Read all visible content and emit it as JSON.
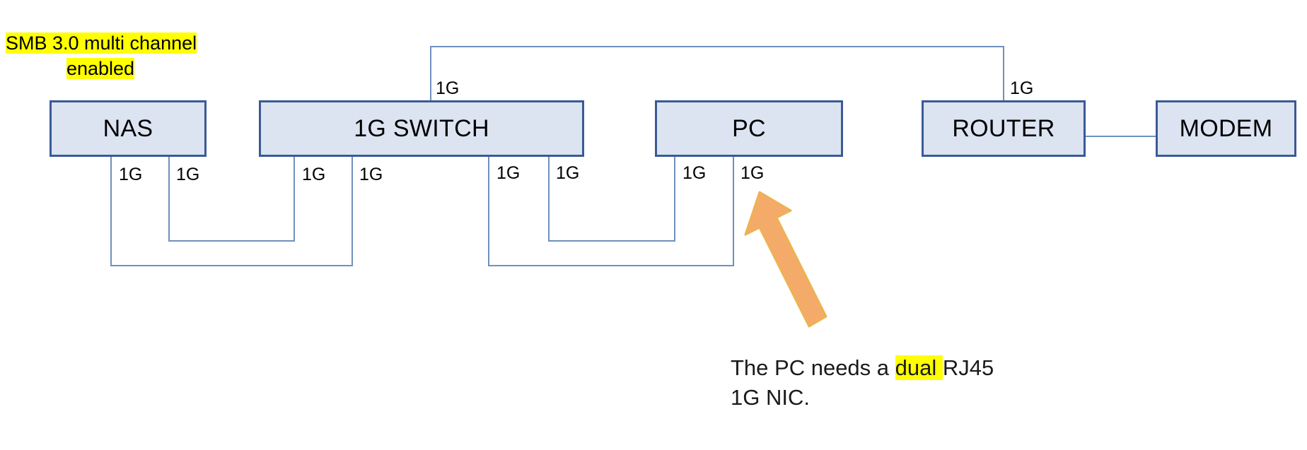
{
  "diagram": {
    "title_note": {
      "line1": "SMB 3.0 multi channel",
      "line2": "enabled"
    },
    "caption": {
      "before": "The PC needs a ",
      "highlight": "dual ",
      "after": " RJ45",
      "line2": "1G NIC."
    },
    "nodes": [
      {
        "id": "nas",
        "label": "NAS"
      },
      {
        "id": "switch",
        "label": "1G SWITCH"
      },
      {
        "id": "pc",
        "label": "PC"
      },
      {
        "id": "router",
        "label": "ROUTER"
      },
      {
        "id": "modem",
        "label": "MODEM"
      }
    ],
    "link_labels": {
      "switch_uplink": "1G",
      "router_uplink": "1G",
      "nas_port_a": "1G",
      "nas_port_b": "1G",
      "switch_port_a": "1G",
      "switch_port_b": "1G",
      "switch_port_c": "1G",
      "switch_port_d": "1G",
      "pc_port_a": "1G",
      "pc_port_b": "1G"
    },
    "colors": {
      "node_fill": "#dce4f2",
      "node_border": "#3a5a96",
      "wire": "#6f91bb",
      "highlight": "#ffff00",
      "arrow_fill": "#f4ab6a",
      "arrow_border": "#edb04a"
    }
  }
}
